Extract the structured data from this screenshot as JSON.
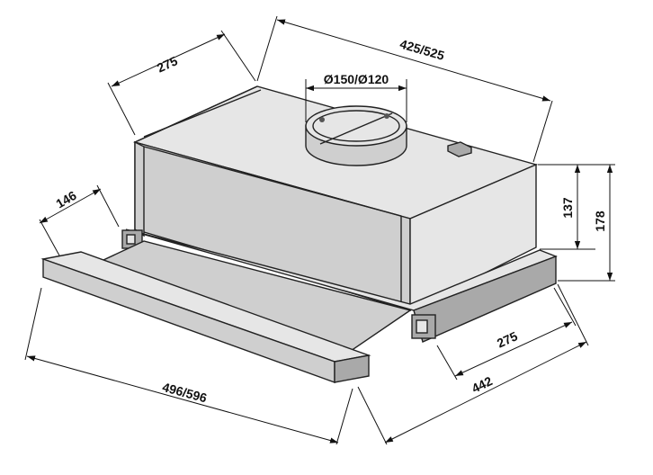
{
  "dimensions": {
    "top_depth": "275",
    "top_width": "425/525",
    "duct_diameter": "Ø150/Ø120",
    "side_depth": "146",
    "body_height": "137",
    "total_height": "178",
    "bottom_depth": "275",
    "total_depth": "442",
    "front_width": "496/596"
  },
  "colors": {
    "line": "#222222",
    "panel_light": "#e6e6e6",
    "panel_mid": "#cfcfcf",
    "panel_dark": "#a9a9a9"
  }
}
